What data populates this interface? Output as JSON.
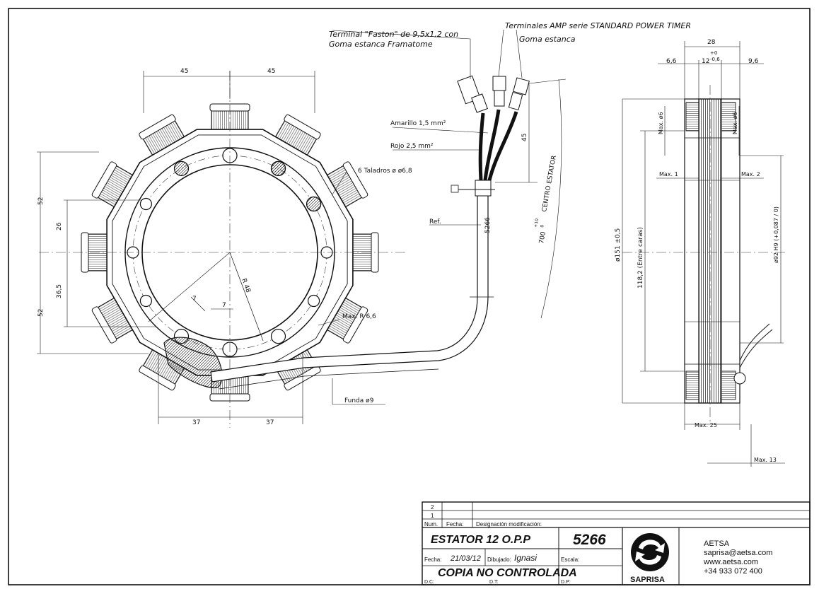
{
  "callouts": {
    "faston_line1": "Terminal \"Faston\" de 9,5x1,2 con",
    "faston_line2": "Goma estanca Framatome",
    "amp_line1": "Terminales AMP serie STANDARD POWER TIMER",
    "amp_line2": "Goma estanca",
    "amarillo": "Amarillo  1,5 mm²",
    "rojo": "Rojo  2,5 mm²",
    "ref": "Ref.",
    "taladros": "6 Taladros ø ø6,8",
    "max_r": "Max. R 6,6",
    "funda": "Funda ø9",
    "centro_estator": "CENTRO ESTATOR",
    "radius": "R 48",
    "ref_num": "5266"
  },
  "dimensions_front": {
    "top_left": "45",
    "top_right": "45",
    "bottom_left": "37",
    "bottom_right": "37",
    "left_52_top": "52",
    "left_52_bottom": "52",
    "left_26": "26",
    "left_36_5": "36,5",
    "seven_a": "7",
    "seven_b": "7",
    "cable_45": "45",
    "cable_700": "700",
    "cable_700_tol_top": "+10",
    "cable_700_tol_bot": "0"
  },
  "dimensions_side": {
    "overall_28": "28",
    "left_6_6": "6,6",
    "center_12": "12",
    "center_tol_top": "+0",
    "center_tol_bot": "-0,6",
    "right_9_6": "9,6",
    "max_d6_left": "Max. ø6",
    "max_d6_right": "Max. ø6",
    "max_1": "Max. 1",
    "max_2": "Max. 2",
    "dia_151": "ø151 ±0,5",
    "h_118_2": "118,2   (Entre caras)",
    "dia_92": "ø92 H9 (+0,087 / 0)",
    "max_25": "Max. 25",
    "max_13": "Max. 13"
  },
  "title_block": {
    "rev_2": "2",
    "rev_1": "1",
    "hdr_num": "Num.",
    "hdr_fecha": "Fecha:",
    "hdr_designacion": "Designación modificación:",
    "title": "ESTATOR 12 O.P.P",
    "part_number": "5266",
    "fecha_label": "Fecha:",
    "fecha_value": "21/03/12",
    "dibujado_label": "Dibujado:",
    "dibujado_value": "Ignasi",
    "escala_label": "Escala:",
    "copia": "COPIA NO CONTROLADA",
    "dc_label": "D.C:",
    "dt_label": "D.T:",
    "dp_label": "D.P:",
    "logo_text": "SAPRISA",
    "company": "AETSA",
    "email": "saprisa@aetsa.com",
    "web": "www.aetsa.com",
    "phone": "+34 933 072 400"
  }
}
